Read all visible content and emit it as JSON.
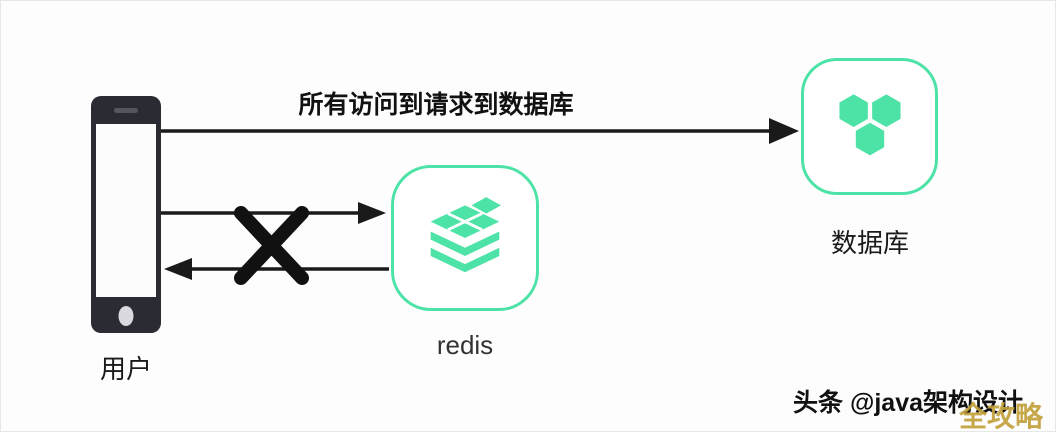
{
  "diagram": {
    "top_flow_label": "所有访问到请求到数据库",
    "user_label": "用户",
    "redis_label": "redis",
    "database_label": "数据库",
    "icons": {
      "user": "smartphone-icon",
      "cache": "redis-stack-icon",
      "storage": "database-hexagons-icon",
      "failure": "x-mark-icon"
    }
  },
  "watermark": {
    "line1": "头条 @java架构设计",
    "line2": "全攻略"
  },
  "colors": {
    "accent_green": "#4DE3A7",
    "arrow": "#1A1A1A",
    "phone_body": "#2B2B33",
    "watermark_gold": "#C2A13C",
    "text": "#111111"
  }
}
